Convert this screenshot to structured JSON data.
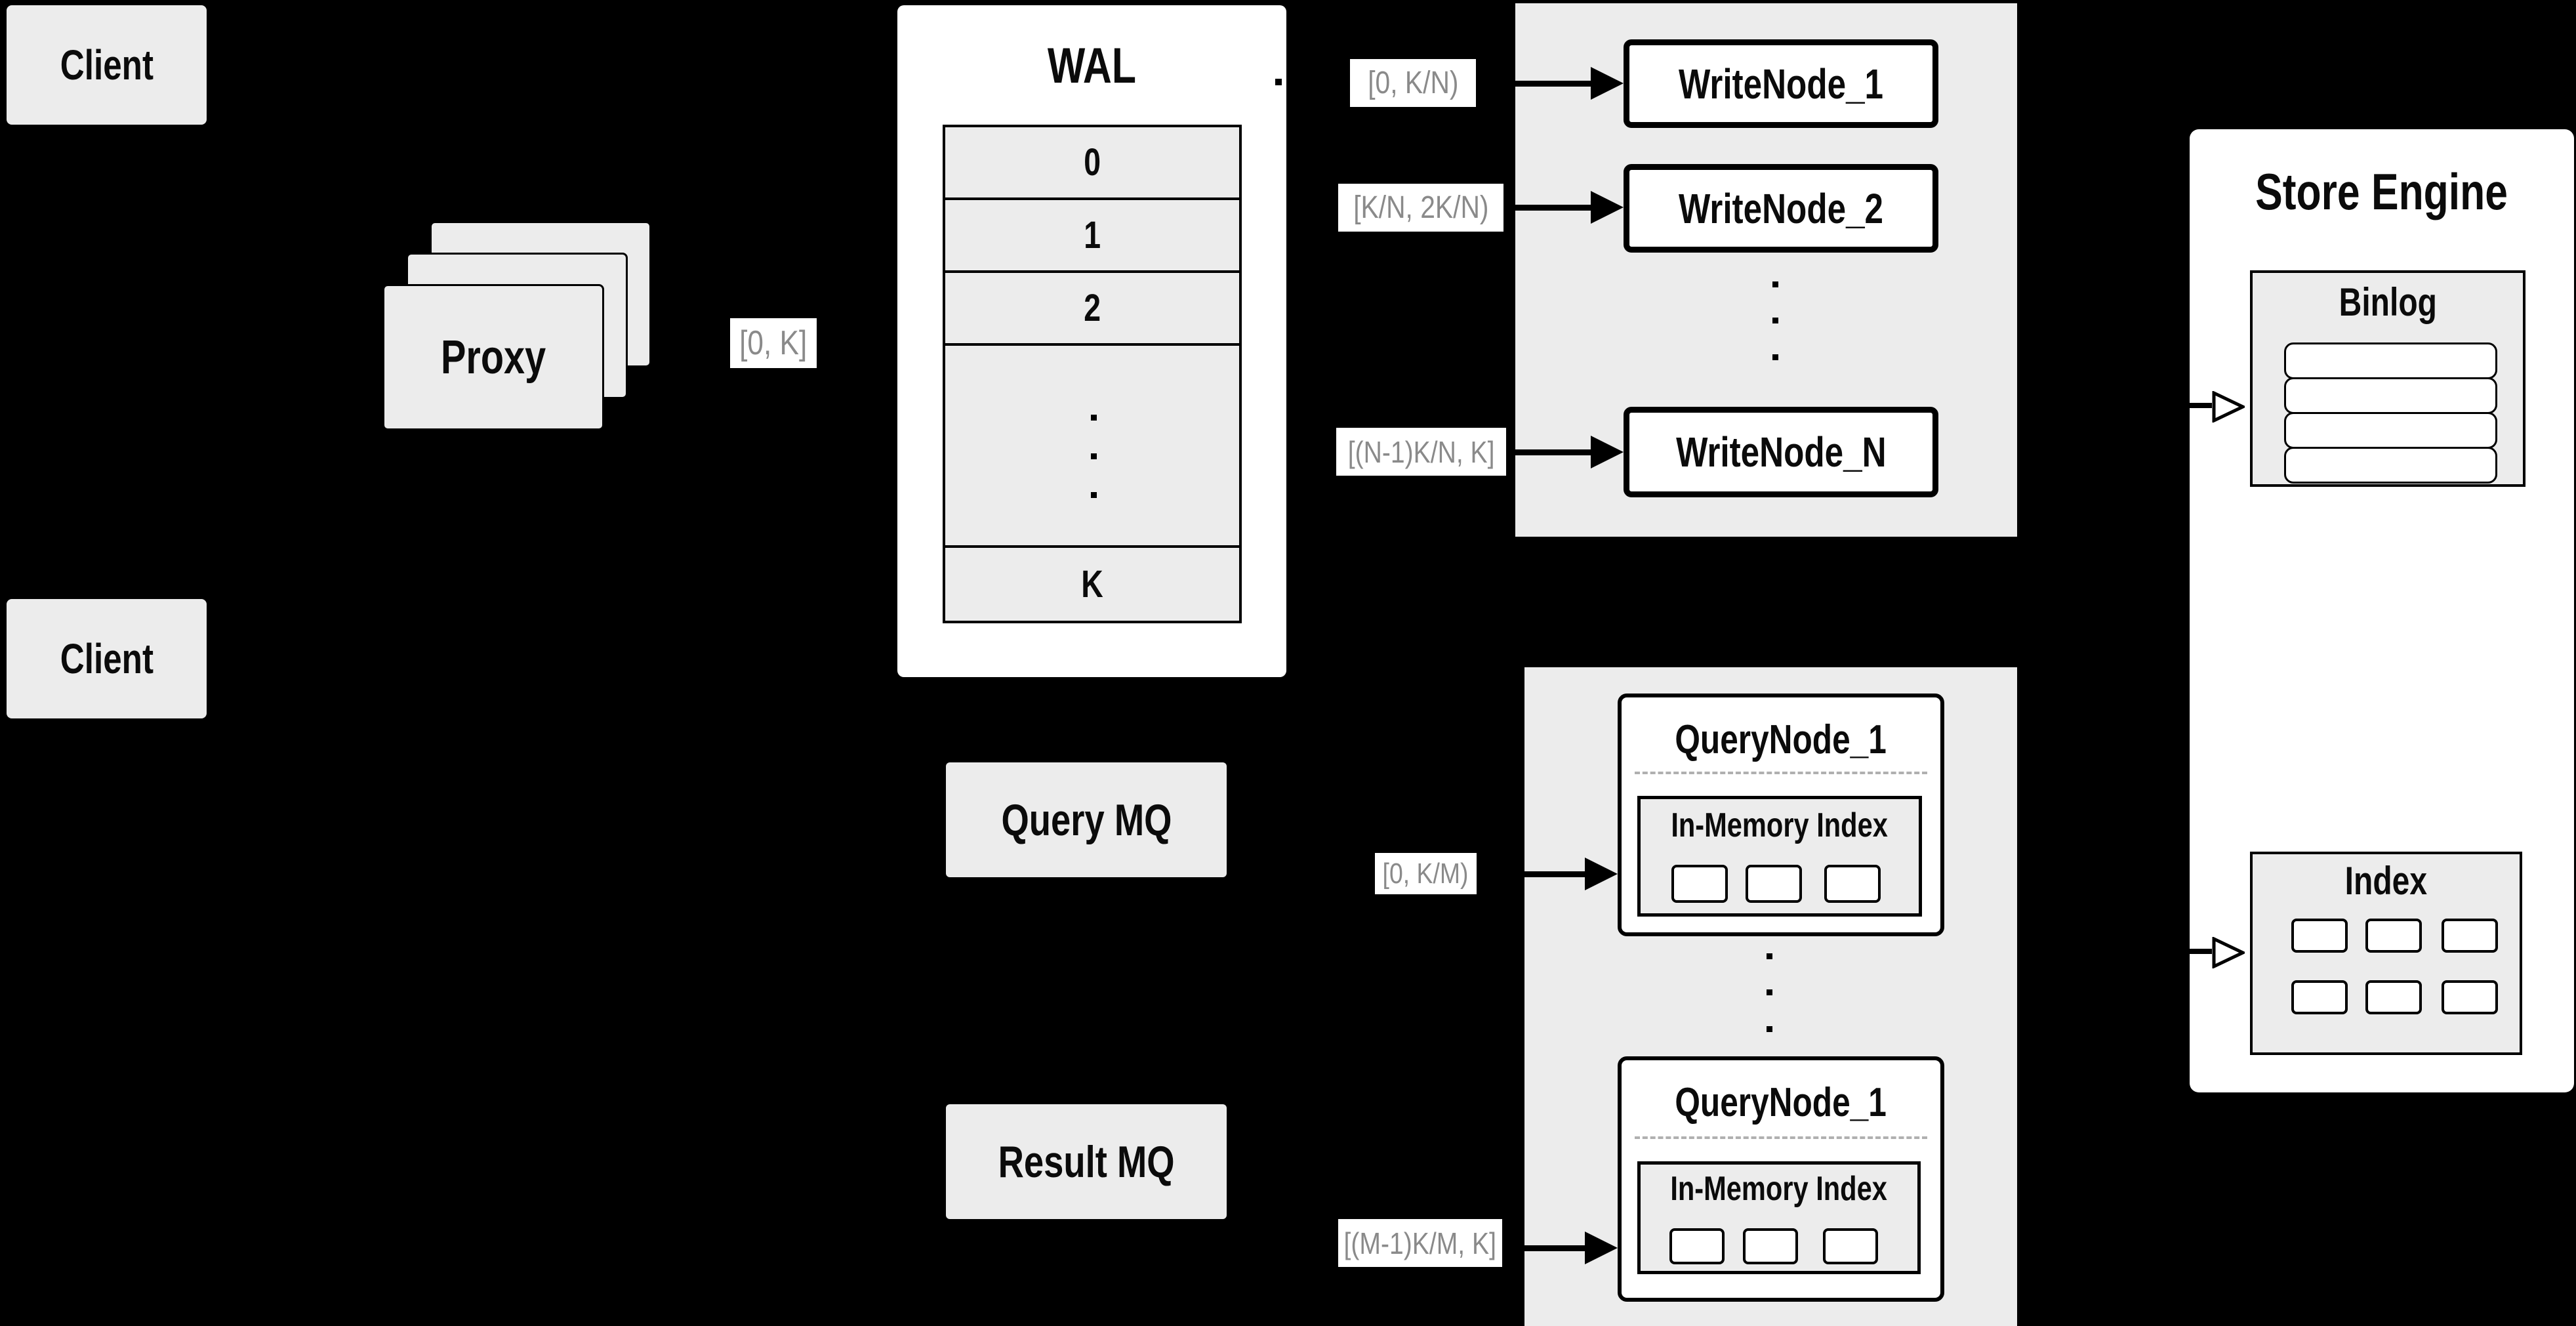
{
  "colors": {
    "background": "#000000",
    "panel": "#ececec",
    "box_white": "#ffffff",
    "text": "#0b0b0b",
    "range_text": "#8a8a8a"
  },
  "clients": {
    "top": "Client",
    "bottom": "Client"
  },
  "proxy": {
    "label": "Proxy"
  },
  "wal": {
    "title": "WAL",
    "rows": [
      "0",
      "1",
      "2",
      "K"
    ]
  },
  "range_labels": {
    "proxy_out": "[0, K]",
    "write_1": "[0, K/N)",
    "write_2": "[K/N, 2K/N)",
    "write_n": "[(N-1)K/N, K]",
    "query_1": "[0, K/M)",
    "query_m": "[(M-1)K/M, K]"
  },
  "write_nodes": {
    "node_1": "WriteNode_1",
    "node_2": "WriteNode_2",
    "node_n": "WriteNode_N"
  },
  "mq": {
    "query": "Query MQ",
    "result": "Result MQ"
  },
  "query_nodes": {
    "top": {
      "title": "QueryNode_1",
      "inner_title": "In-Memory Index"
    },
    "bottom": {
      "title": "QueryNode_1",
      "inner_title": "In-Memory Index"
    }
  },
  "store_engine": {
    "title": "Store Engine",
    "binlog_title": "Binlog",
    "index_title": "Index"
  }
}
